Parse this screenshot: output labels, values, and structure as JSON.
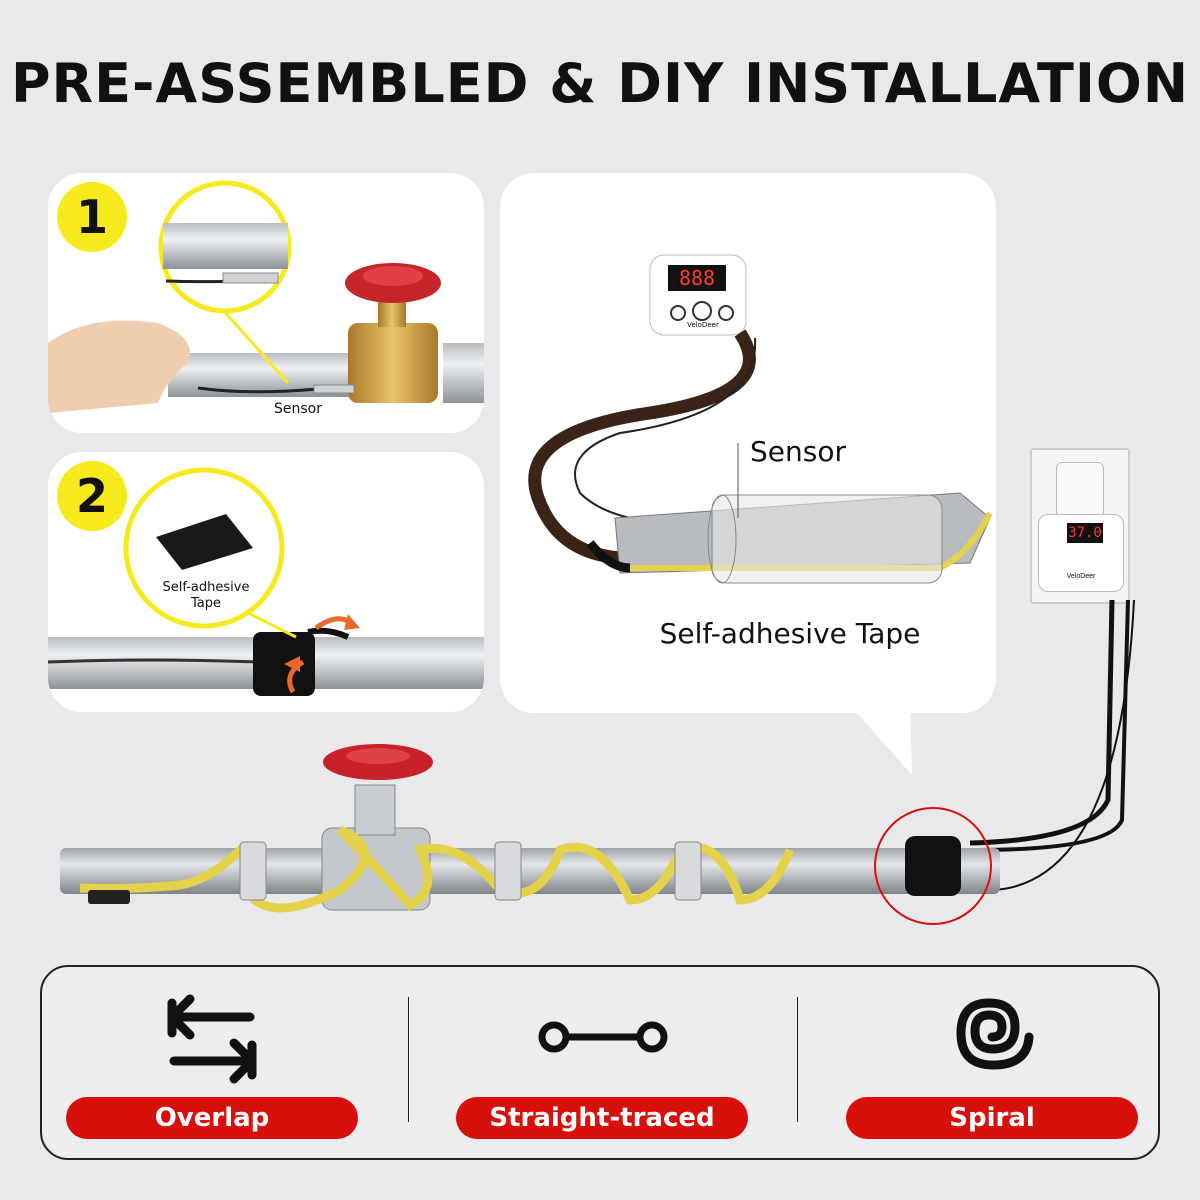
{
  "title": "PRE-ASSEMBLED & DIY INSTALLATION",
  "step1": {
    "number": "1",
    "sensor_label": "Sensor"
  },
  "step2": {
    "number": "2",
    "tape_label_line1": "Self-adhesive",
    "tape_label_line2": "Tape"
  },
  "detail": {
    "controller_display": "888",
    "brand": "VeloDeer",
    "sensor_label": "Sensor",
    "tape_label": "Self-adhesive Tape"
  },
  "outlet_controller": {
    "display": "37.0",
    "brand": "VeloDeer"
  },
  "methods": [
    {
      "label": "Overlap",
      "icon": "swap-arrows-icon"
    },
    {
      "label": "Straight-traced",
      "icon": "straight-line-icon"
    },
    {
      "label": "Spiral",
      "icon": "spiral-icon"
    }
  ],
  "colors": {
    "accent_red": "#d8100c",
    "badge_yellow": "#f6ea1c",
    "cable_yellow": "#e3d24a"
  }
}
